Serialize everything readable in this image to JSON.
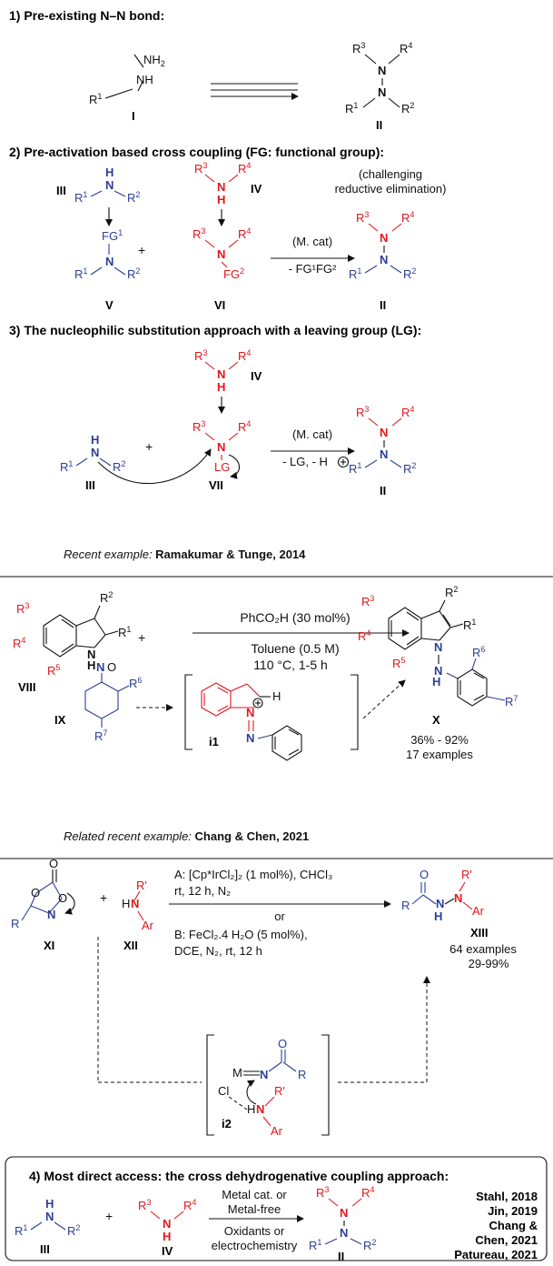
{
  "section1": {
    "title": "1) Pre-existing N–N bond:",
    "label_I": "I",
    "label_II": "II"
  },
  "section2": {
    "title": "2) Pre-activation based cross coupling (FG: functional group):",
    "note_line1": "(challenging",
    "note_line2": "reductive elimination)",
    "cond_line1": "(M. cat)",
    "cond_line2": "- FG¹FG²",
    "label_III": "III",
    "label_IV": "IV",
    "label_V": "V",
    "label_VI": "VI",
    "label_II": "II",
    "plus": "+"
  },
  "section3": {
    "title": "3) The nucleophilic substitution approach with a leaving group (LG):",
    "cond_line1": "(M. cat)",
    "cond_line2": "- LG, - H",
    "leaving_group": "LG",
    "label_III": "III",
    "label_IV": "IV",
    "label_VII": "VII",
    "label_II": "II",
    "plus": "+"
  },
  "example1": {
    "caption_prefix": "Recent example: ",
    "caption_authors": "Ramakumar & Tunge, 2014",
    "cond_line1": "PhCO₂H (30 mol%)",
    "cond_line2": "Toluene (0.5 M)",
    "cond_line3": "110 °C, 1-5 h",
    "label_VIII": "VIII",
    "label_IX": "IX",
    "label_X": "X",
    "label_i1": "i1",
    "yield": "36% - 92%",
    "examples": "17 examples",
    "plus": "+"
  },
  "example2": {
    "caption_prefix": "Related recent example: ",
    "caption_authors": "Chang & Chen, 2021",
    "condA_line1": "A: [Cp*IrCl₂]₂ (1 mol%), CHCl₃",
    "condA_line2": "rt, 12 h, N₂",
    "cond_or": "or",
    "condB_line1": "B: FeCl₂.4 H₂O (5 mol%),",
    "condB_line2": "DCE, N₂, rt, 12 h",
    "label_XI": "XI",
    "label_XII": "XII",
    "label_XIII": "XIII",
    "label_i2": "i2",
    "examples": "64 examples",
    "yield": "29-99%",
    "plus": "+"
  },
  "section4": {
    "title": "4) Most direct access: the cross dehydrogenative coupling approach:",
    "cond_line1": "Metal cat. or",
    "cond_line2": "Metal-free",
    "cond_line3": "Oxidants or",
    "cond_line4": "electrochemistry",
    "label_III": "III",
    "label_IV": "IV",
    "label_II": "II",
    "plus": "+",
    "refs": [
      "Stahl, 2018",
      "Jin, 2019",
      "Chang &",
      "Chen, 2021",
      "Patureau, 2021"
    ]
  },
  "colors": {
    "blue": "#2d3e96",
    "red": "#e3161c",
    "black": "#111111"
  }
}
